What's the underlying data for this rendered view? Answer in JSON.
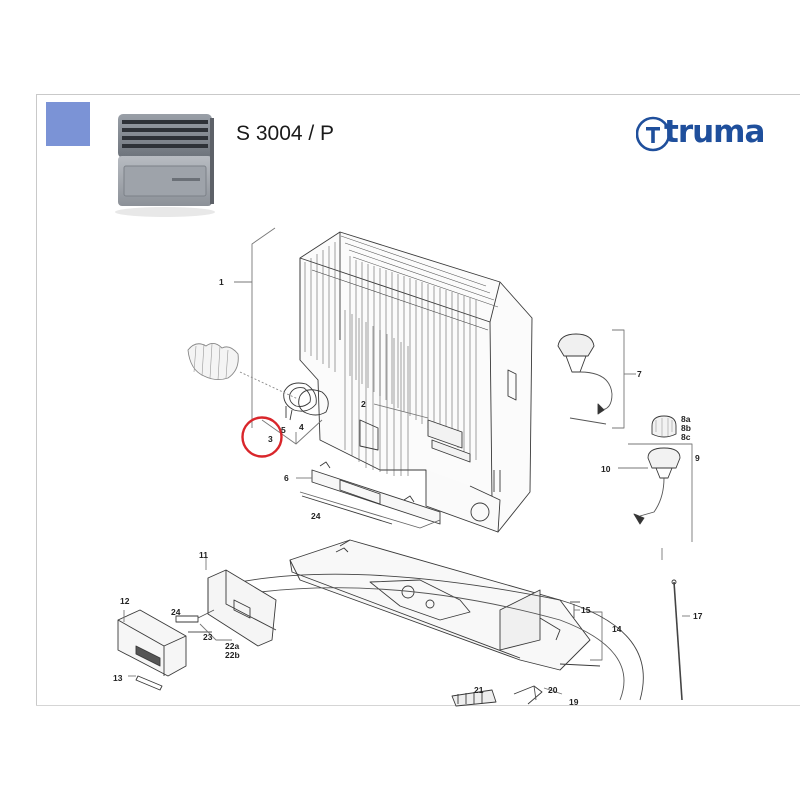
{
  "header": {
    "model": "S 3004 / P",
    "brand": "truma",
    "accent_square_color": "#7b93d6",
    "brand_color": "#1f4f9c",
    "product_photo_icon": "heater-front-panel-photo"
  },
  "callouts": [
    {
      "id": "1",
      "text": "1"
    },
    {
      "id": "2",
      "text": "2"
    },
    {
      "id": "3",
      "text": "3"
    },
    {
      "id": "4",
      "text": "4"
    },
    {
      "id": "5",
      "text": "5"
    },
    {
      "id": "6",
      "text": "6"
    },
    {
      "id": "7",
      "text": "7"
    },
    {
      "id": "8a",
      "text": "8a"
    },
    {
      "id": "8b",
      "text": "8b"
    },
    {
      "id": "8c",
      "text": "8c"
    },
    {
      "id": "9",
      "text": "9"
    },
    {
      "id": "10",
      "text": "10"
    },
    {
      "id": "11",
      "text": "11"
    },
    {
      "id": "12",
      "text": "12"
    },
    {
      "id": "13",
      "text": "13"
    },
    {
      "id": "14",
      "text": "14"
    },
    {
      "id": "15",
      "text": "15"
    },
    {
      "id": "17",
      "text": "17"
    },
    {
      "id": "19",
      "text": "19"
    },
    {
      "id": "20",
      "text": "20"
    },
    {
      "id": "21",
      "text": "21"
    },
    {
      "id": "22a",
      "text": "22a"
    },
    {
      "id": "22b",
      "text": "22b"
    },
    {
      "id": "23",
      "text": "23"
    },
    {
      "id": "24a",
      "text": "24"
    },
    {
      "id": "24b",
      "text": "24"
    }
  ],
  "highlight": {
    "target": "3",
    "color": "#d9262b"
  }
}
